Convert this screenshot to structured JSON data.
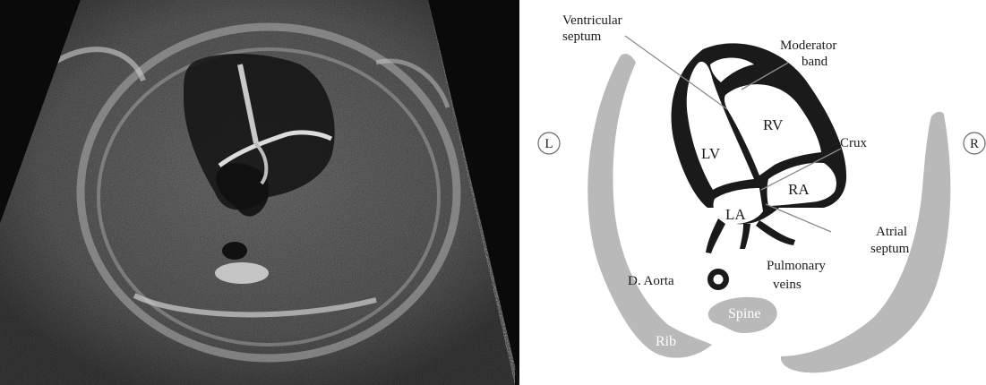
{
  "colors": {
    "ultrasound_bg": "#0d0d0d",
    "tissue": "#5a5a5a",
    "heart_wall": "#1a1a1a",
    "bone_gray": "#b9b9b9",
    "leader_line": "#8a8a8a"
  },
  "labels": {
    "ventricular_septum_1": "Ventricular",
    "ventricular_septum_2": "septum",
    "moderator_band_1": "Moderator",
    "moderator_band_2": "band",
    "rv": "RV",
    "lv": "LV",
    "crux": "Crux",
    "ra": "RA",
    "la": "LA",
    "atrial_septum_1": "Atrial",
    "atrial_septum_2": "septum",
    "pulmonary_veins_1": "Pulmonary",
    "pulmonary_veins_2": "veins",
    "d_aorta": "D. Aorta",
    "spine": "Spine",
    "rib": "Rib",
    "left_marker": "L",
    "right_marker": "R"
  }
}
